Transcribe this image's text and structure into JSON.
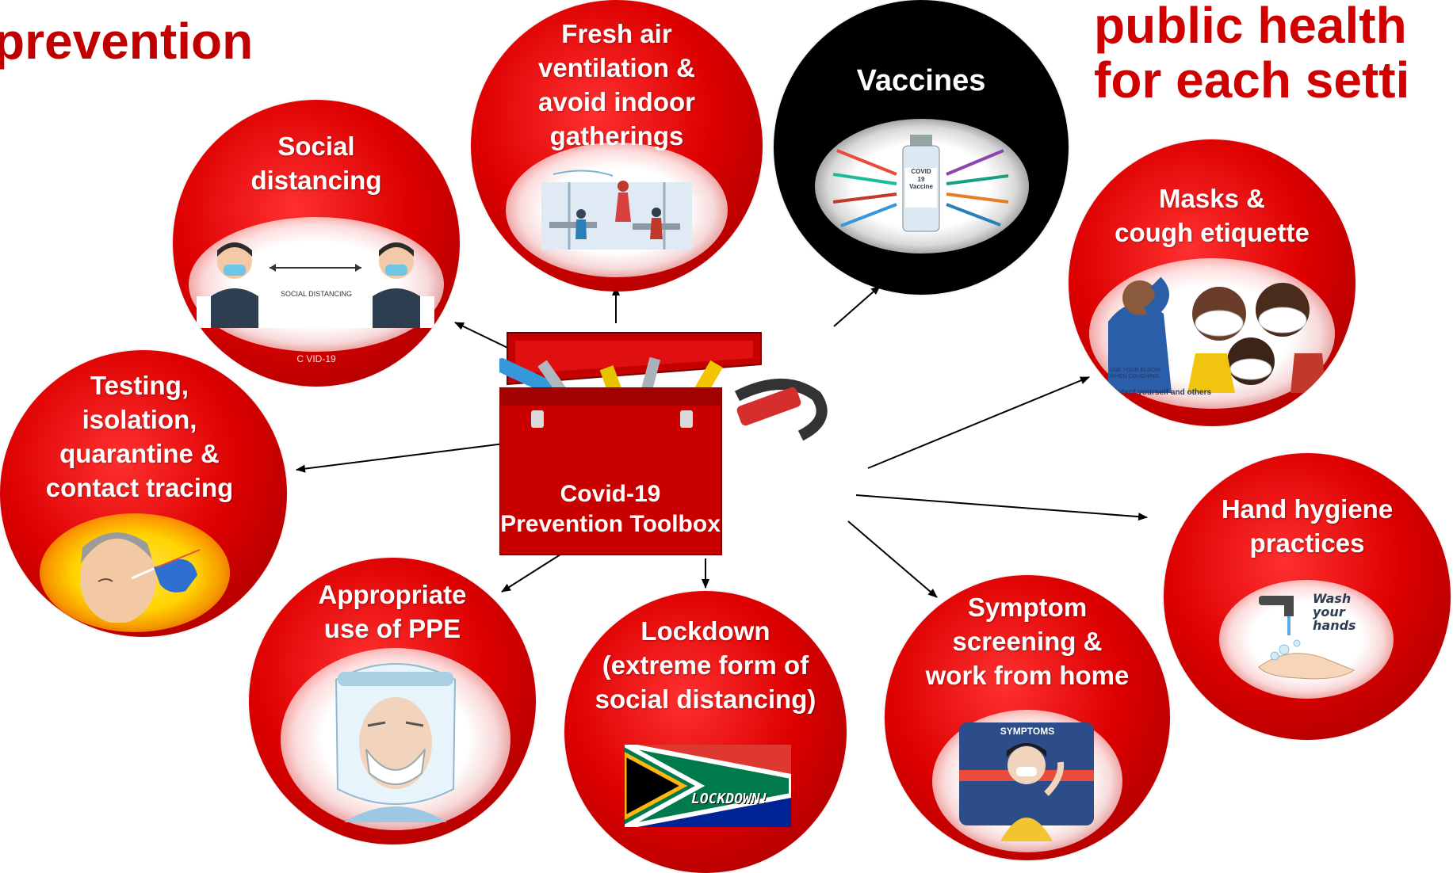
{
  "title_left": "prevention",
  "title_right": "public health\nfor each setti",
  "center": {
    "label": "Covid-19\nPrevention Toolbox"
  },
  "nodes": {
    "fresh_air": {
      "label": "Fresh air\nventilation &\navoid indoor\ngatherings"
    },
    "vaccines": {
      "label": "Vaccines",
      "image_text": "COVID\n19\nVaccine"
    },
    "social_distancing": {
      "label": "Social\ndistancing",
      "image_text": "SOCIAL DISTANCING",
      "footer": "C VID-19"
    },
    "masks": {
      "label": "Masks &\ncough etiquette",
      "image_text": "USE YOUR ELBOW\nWHEN COUGHING",
      "footer": "Protect yourself and others"
    },
    "testing": {
      "label": "Testing,\nisolation,\nquarantine &\ncontact tracing"
    },
    "hand_hygiene": {
      "label": "Hand hygiene\npractices",
      "image_text": "Wash\nyour\nhands"
    },
    "ppe": {
      "label": "Appropriate\nuse of PPE"
    },
    "lockdown": {
      "label": "Lockdown\n(extreme form of\nsocial distancing)",
      "image_text": "LOCKDOWN!"
    },
    "symptom": {
      "label": "Symptom\nscreening &\nwork from home",
      "image_text": "SYMPTOMS"
    }
  },
  "colors": {
    "title": "#c00000",
    "circle": "#dd0000",
    "arrow": "#000000",
    "text": "#ffffff"
  }
}
